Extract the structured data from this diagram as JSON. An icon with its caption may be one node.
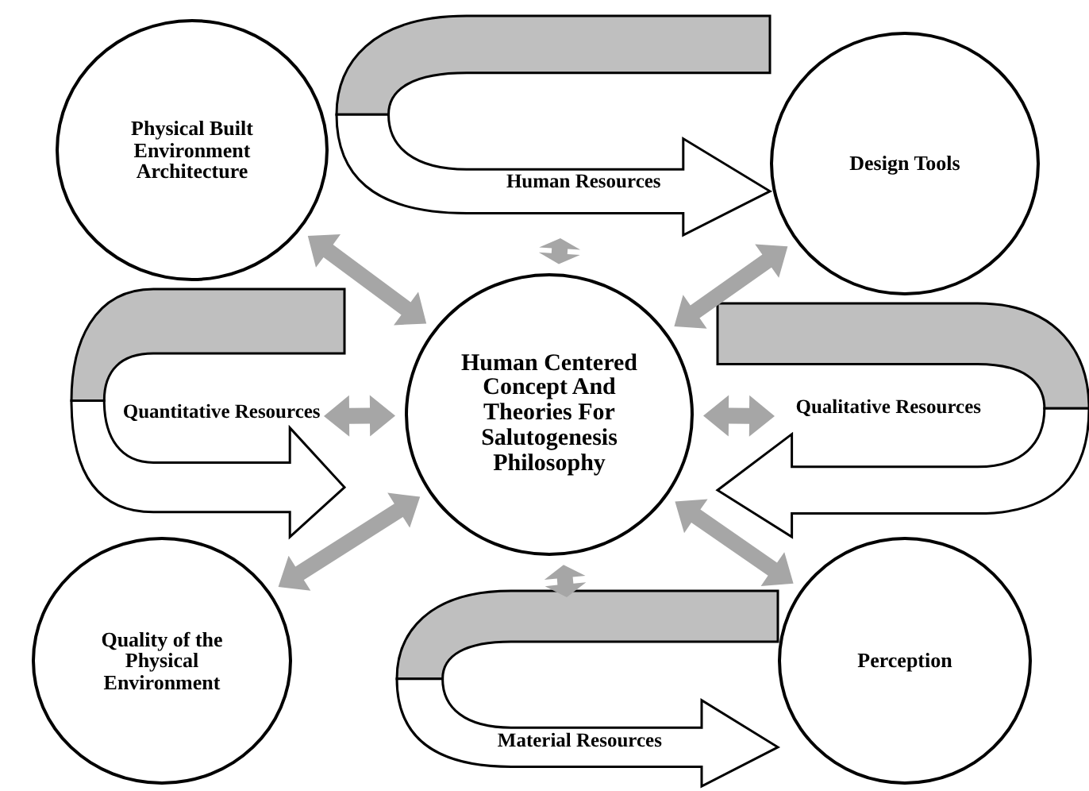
{
  "diagram": {
    "nodes": [
      {
        "text": [
          "Human Centered Concept And Theories For Salutogenesis Philosophy"
        ]
      },
      {
        "text": [
          "Physical Built Environment Architecture"
        ]
      },
      {
        "text": [
          "Design Tools"
        ]
      },
      {
        "text": [
          "Quality of the Physical Environment"
        ]
      },
      {
        "text": [
          "Perception"
        ]
      }
    ],
    "edges": [
      {
        "from": 0,
        "to": 1,
        "arrow": "both"
      },
      {
        "from": 0,
        "to": null,
        "arrow": "both"
      },
      {
        "from": 0,
        "to": 2,
        "arrow": "both"
      },
      {
        "from": 0,
        "to": null,
        "arrow": "both"
      },
      {
        "from": 0,
        "to": null,
        "arrow": "both"
      },
      {
        "from": 0,
        "to": 3,
        "arrow": "both"
      },
      {
        "from": 0,
        "to": null,
        "arrow": "both"
      },
      {
        "from": 0,
        "to": 4,
        "arrow": "both"
      },
      {
        "from": 1,
        "to": 2,
        "arrow": "to",
        "label": "Human Resources",
        "style": "thick"
      },
      {
        "from": 1,
        "to": 3,
        "arrow": "to",
        "label": "Quantitative Resources",
        "style": "thick"
      },
      {
        "from": 2,
        "to": 4,
        "arrow": "to",
        "label": "Qualitative Resources",
        "style": "thick"
      },
      {
        "from": 0,
        "to": 4,
        "arrow": "to",
        "label": "Material Resources",
        "style": "thick"
      }
    ]
  }
}
